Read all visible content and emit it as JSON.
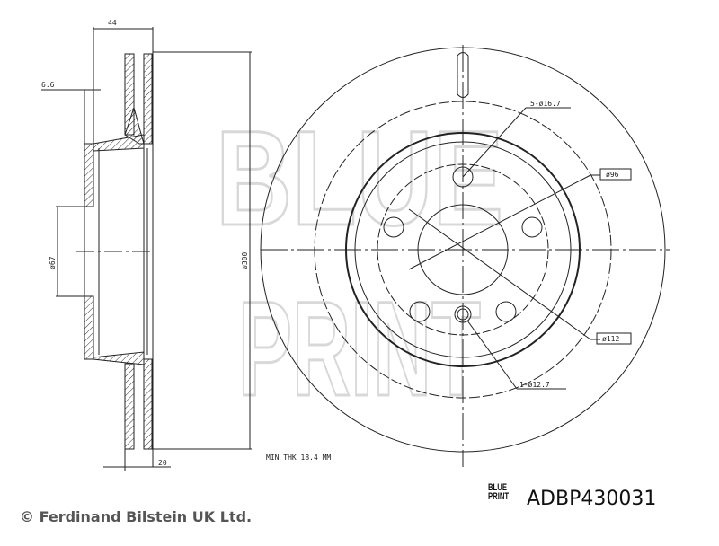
{
  "dimensions": {
    "width_total": "44",
    "offset": "6.6",
    "hub_bore": "ø67",
    "diameter": "ø300",
    "thickness": "20",
    "min_thickness": "MIN THK 18.4 MM",
    "bolt_holes": "5-ø16.7",
    "pcd": "ø96",
    "centering": "ø112",
    "locating_hole": "1-ø12.7"
  },
  "watermark": "BLUE PRINT",
  "brand": {
    "logo_top": "BLUE",
    "logo_bottom": "PRINT",
    "part_number": "ADBP430031"
  },
  "copyright": "© Ferdinand Bilstein UK Ltd."
}
